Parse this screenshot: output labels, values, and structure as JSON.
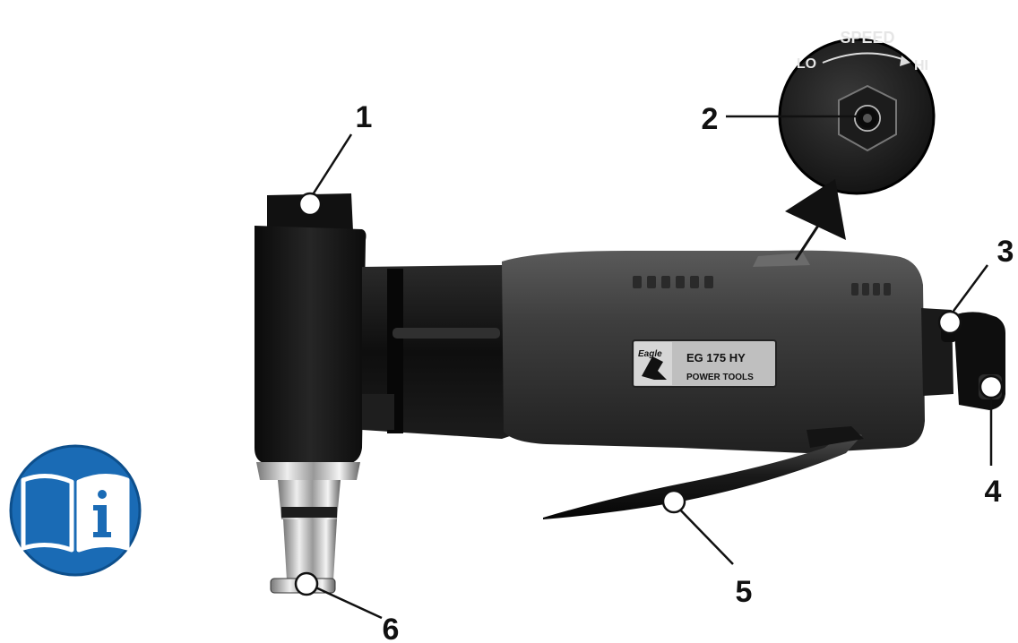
{
  "callouts": [
    {
      "id": 1,
      "label": "1"
    },
    {
      "id": 2,
      "label": "2"
    },
    {
      "id": 3,
      "label": "3"
    },
    {
      "id": 4,
      "label": "4"
    },
    {
      "id": 5,
      "label": "5"
    },
    {
      "id": 6,
      "label": "6"
    }
  ],
  "tool_badge": {
    "brand": "Eagle",
    "model": "EG 175 HY",
    "subtitle": "POWER TOOLS"
  },
  "speed_dial": {
    "title": "SPEED",
    "low": "LO",
    "high": "HI"
  },
  "icons": {
    "info_manual": "read-manual-icon",
    "arrow": "arrow-up-right-icon"
  },
  "colors": {
    "info_blue": "#1a6bb5",
    "body_grey": "#3c3c3c",
    "head_black": "#141414"
  }
}
